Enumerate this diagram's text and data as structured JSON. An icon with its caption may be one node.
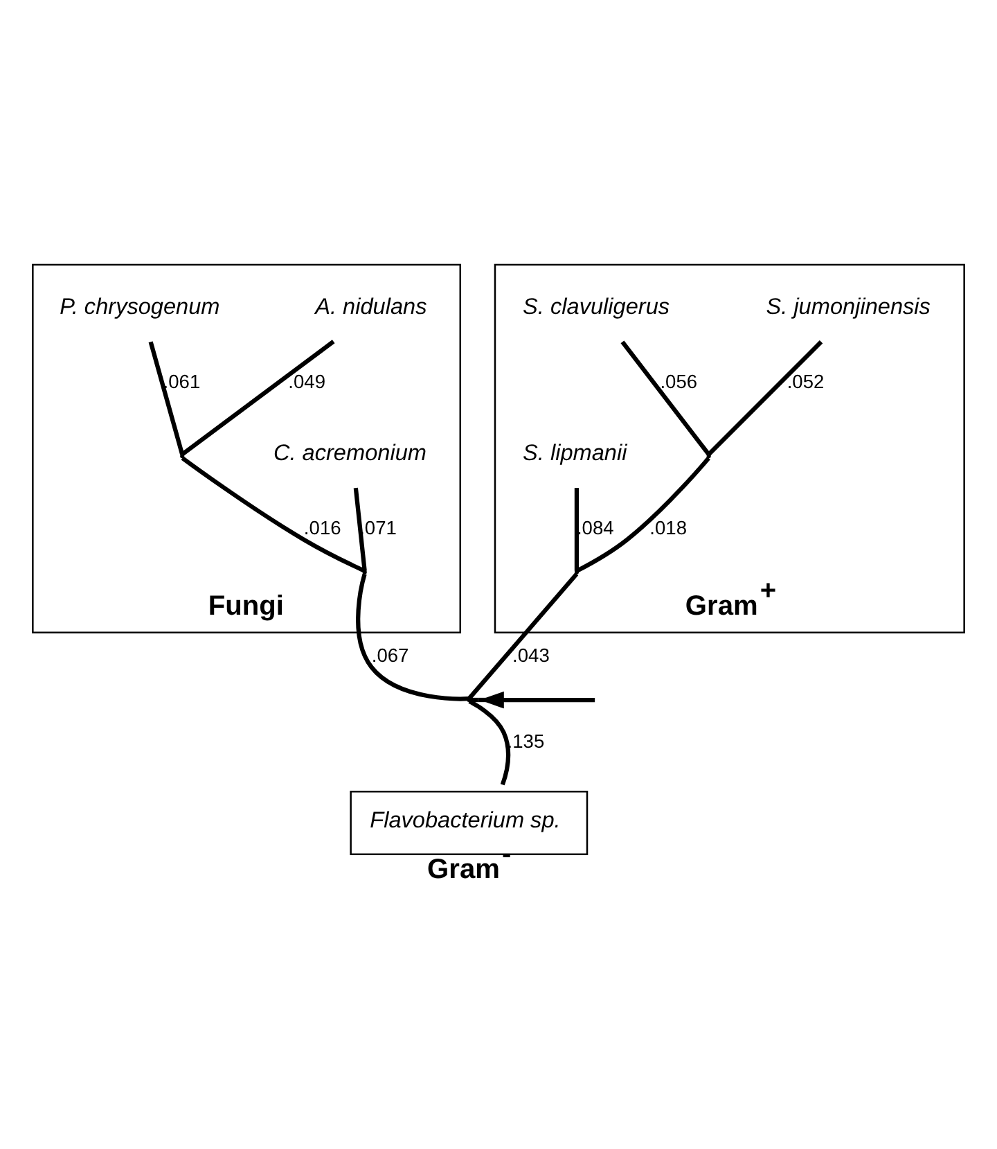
{
  "diagram": {
    "nodes": [
      {
        "text": [
          "Fungi"
        ]
      },
      {
        "text": [
          "C. acremonium"
        ],
        "in": 0
      },
      {
        "text": [
          "P. chrysogenum"
        ],
        "in": 0
      },
      {
        "text": [
          "A. nidulans"
        ],
        "in": 0
      },
      {
        "text": [],
        "shape": "point",
        "in": 0
      },
      {
        "text": [],
        "shape": "point",
        "in": 0
      },
      {
        "text": [
          "Gram$^{+}$"
        ]
      },
      {
        "text": [
          "S. lipmanii"
        ],
        "in": 6
      },
      {
        "text": [
          "S. clavuligerus"
        ],
        "in": 6
      },
      {
        "text": [
          "S. jumonjinensis"
        ],
        "in": 6
      },
      {
        "text": [],
        "shape": "point",
        "in": 6
      },
      {
        "text": [],
        "shape": "point",
        "in": 6
      },
      {
        "text": [],
        "shape": "point"
      },
      {
        "text": [
          "Flavobacterium sp.",
          "Gram$^{-}$"
        ]
      }
    ],
    "edges": [
      {
        "from": 4,
        "to": 2,
        "arrow": "none",
        "label": ".061"
      },
      {
        "from": 5,
        "to": 1,
        "arrow": "none",
        "label": ".071"
      },
      {
        "from": 4,
        "to": 3,
        "arrow": "none",
        "label": ".049"
      },
      {
        "from": 4,
        "to": 5,
        "arrow": "none",
        "label": ".016"
      },
      {
        "from": 5,
        "to": 12,
        "arrow": "none",
        "label": ".067"
      },
      {
        "from": 12,
        "to": 10,
        "arrow": "none",
        "label": ".043"
      },
      {
        "from": 10,
        "to": 7,
        "arrow": "none",
        "label": ".084"
      },
      {
        "from": 10,
        "to": 11,
        "arrow": "none",
        "label": ".018"
      },
      {
        "from": 11,
        "to": 8,
        "arrow": "none",
        "label": ".056"
      },
      {
        "from": 11,
        "to": 9,
        "arrow": "none",
        "label": ".052"
      },
      {
        "from": 12,
        "to": 13,
        "arrow": "none",
        "label": ".135"
      },
      {
        "from": null,
        "to": 12,
        "arrow": "to"
      }
    ]
  }
}
